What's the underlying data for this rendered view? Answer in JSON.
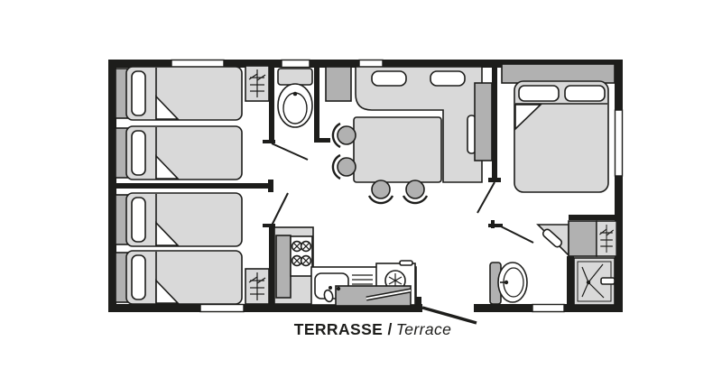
{
  "floorplan": {
    "label": {
      "bold": "TERRASSE /",
      "italic": "Terrace"
    }
  },
  "colors": {
    "ink": "#1d1d1b",
    "furniture_light": "#d9d9d9",
    "furniture_mid": "#b1b1b1",
    "floor": "#ffffff"
  },
  "semantics": {
    "rooms": [
      "twin-bedroom-top-left",
      "twin-bedroom-bottom-left",
      "wc",
      "living-dining",
      "kitchen",
      "master-bedroom",
      "shower-room",
      "terrace"
    ],
    "fixtures": [
      "single-bed-1",
      "single-bed-2",
      "single-bed-3",
      "single-bed-4",
      "wardrobe-1",
      "wardrobe-2",
      "wardrobe-3",
      "toilet",
      "corner-sofa",
      "sofa-cushion-1",
      "sofa-cushion-2",
      "dining-table",
      "chair-1",
      "chair-2",
      "chair-3",
      "chair-4",
      "tall-cabinet",
      "tv-cabinet",
      "stove-4-burners",
      "kitchen-sink",
      "fridge",
      "double-bed",
      "corner-cabinet",
      "washbasin",
      "shower-tray",
      "entrance-door",
      "interior-doors",
      "windows"
    ]
  }
}
